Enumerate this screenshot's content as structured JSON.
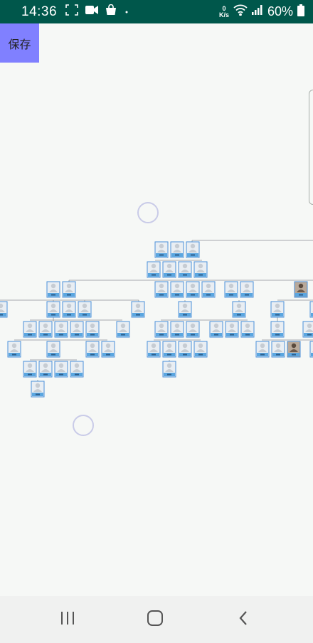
{
  "status_bar": {
    "time": "14:36",
    "netspeed_value": "0",
    "netspeed_unit": "K/s",
    "battery": "60%",
    "icons": [
      "screenshot-frame-icon",
      "video-camera-icon",
      "shopping-bag-icon",
      "dot-icon",
      "wifi-icon",
      "signal-icon",
      "battery-icon"
    ]
  },
  "toolbar": {
    "save_label": "保存"
  },
  "nav_bar": {
    "icons": [
      "recent-apps-icon",
      "home-icon",
      "back-icon"
    ]
  },
  "colors": {
    "status_bar_bg": "#00574b",
    "save_button_bg": "#8080ff",
    "node_border": "#4a90d9",
    "node_label_bg": "#5aa6e0",
    "node_face": "#e9eef3",
    "connector": "#8a8f94",
    "page_bg": "#f6f8f6"
  },
  "tree": {
    "node_count": 80
  }
}
